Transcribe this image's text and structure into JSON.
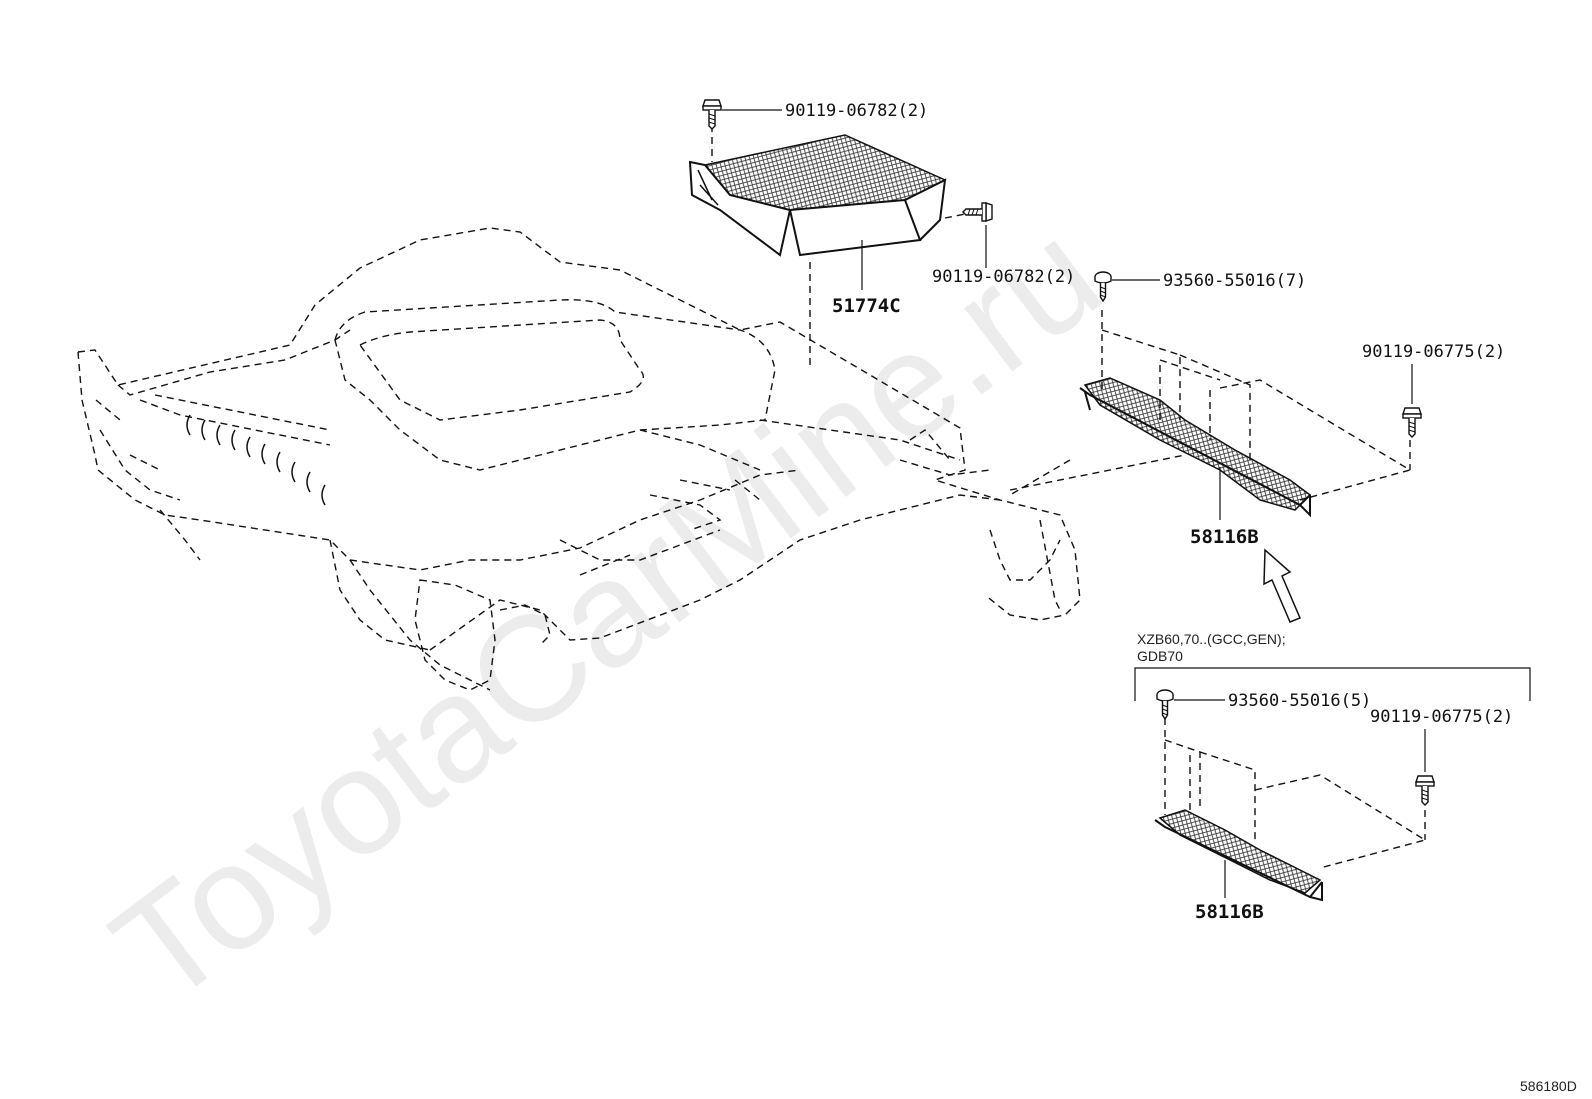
{
  "watermark": "ToyotaCarMine.ru",
  "figure_code": "586180D",
  "condition_note": {
    "line1": "XZB60,70..(GCC,GEN);",
    "line2": "GDB70"
  },
  "parts": {
    "cover_51774c": "51774C",
    "bolt_top": "90119-06782(2)",
    "bolt_side": "90119-06782(2)",
    "cover_58116b_upper": "58116B",
    "screw_upper": "93560-55016(7)",
    "bolt_upper_right": "90119-06775(2)",
    "cover_58116b_lower": "58116B",
    "screw_lower": "93560-55016(5)",
    "bolt_lower_right": "90119-06775(2)"
  },
  "icons": {
    "bolt": "hex-bolt-icon",
    "screw": "screw-icon",
    "arrow": "direction-arrow-icon"
  }
}
